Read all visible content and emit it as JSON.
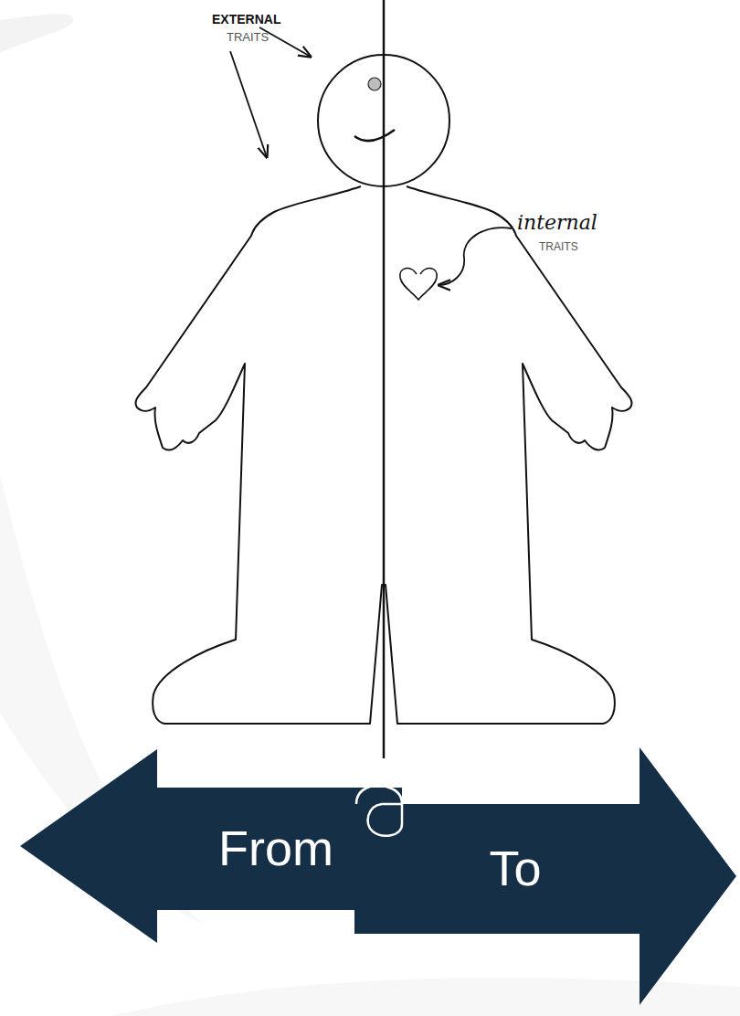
{
  "diagram": {
    "nodes": [
      {
        "text": [
          "From"
        ]
      },
      {
        "text": [
          "To"
        ]
      }
    ],
    "labels": [
      "EXTERNAL",
      "TRAITS",
      "internal",
      "TRAITS"
    ]
  }
}
